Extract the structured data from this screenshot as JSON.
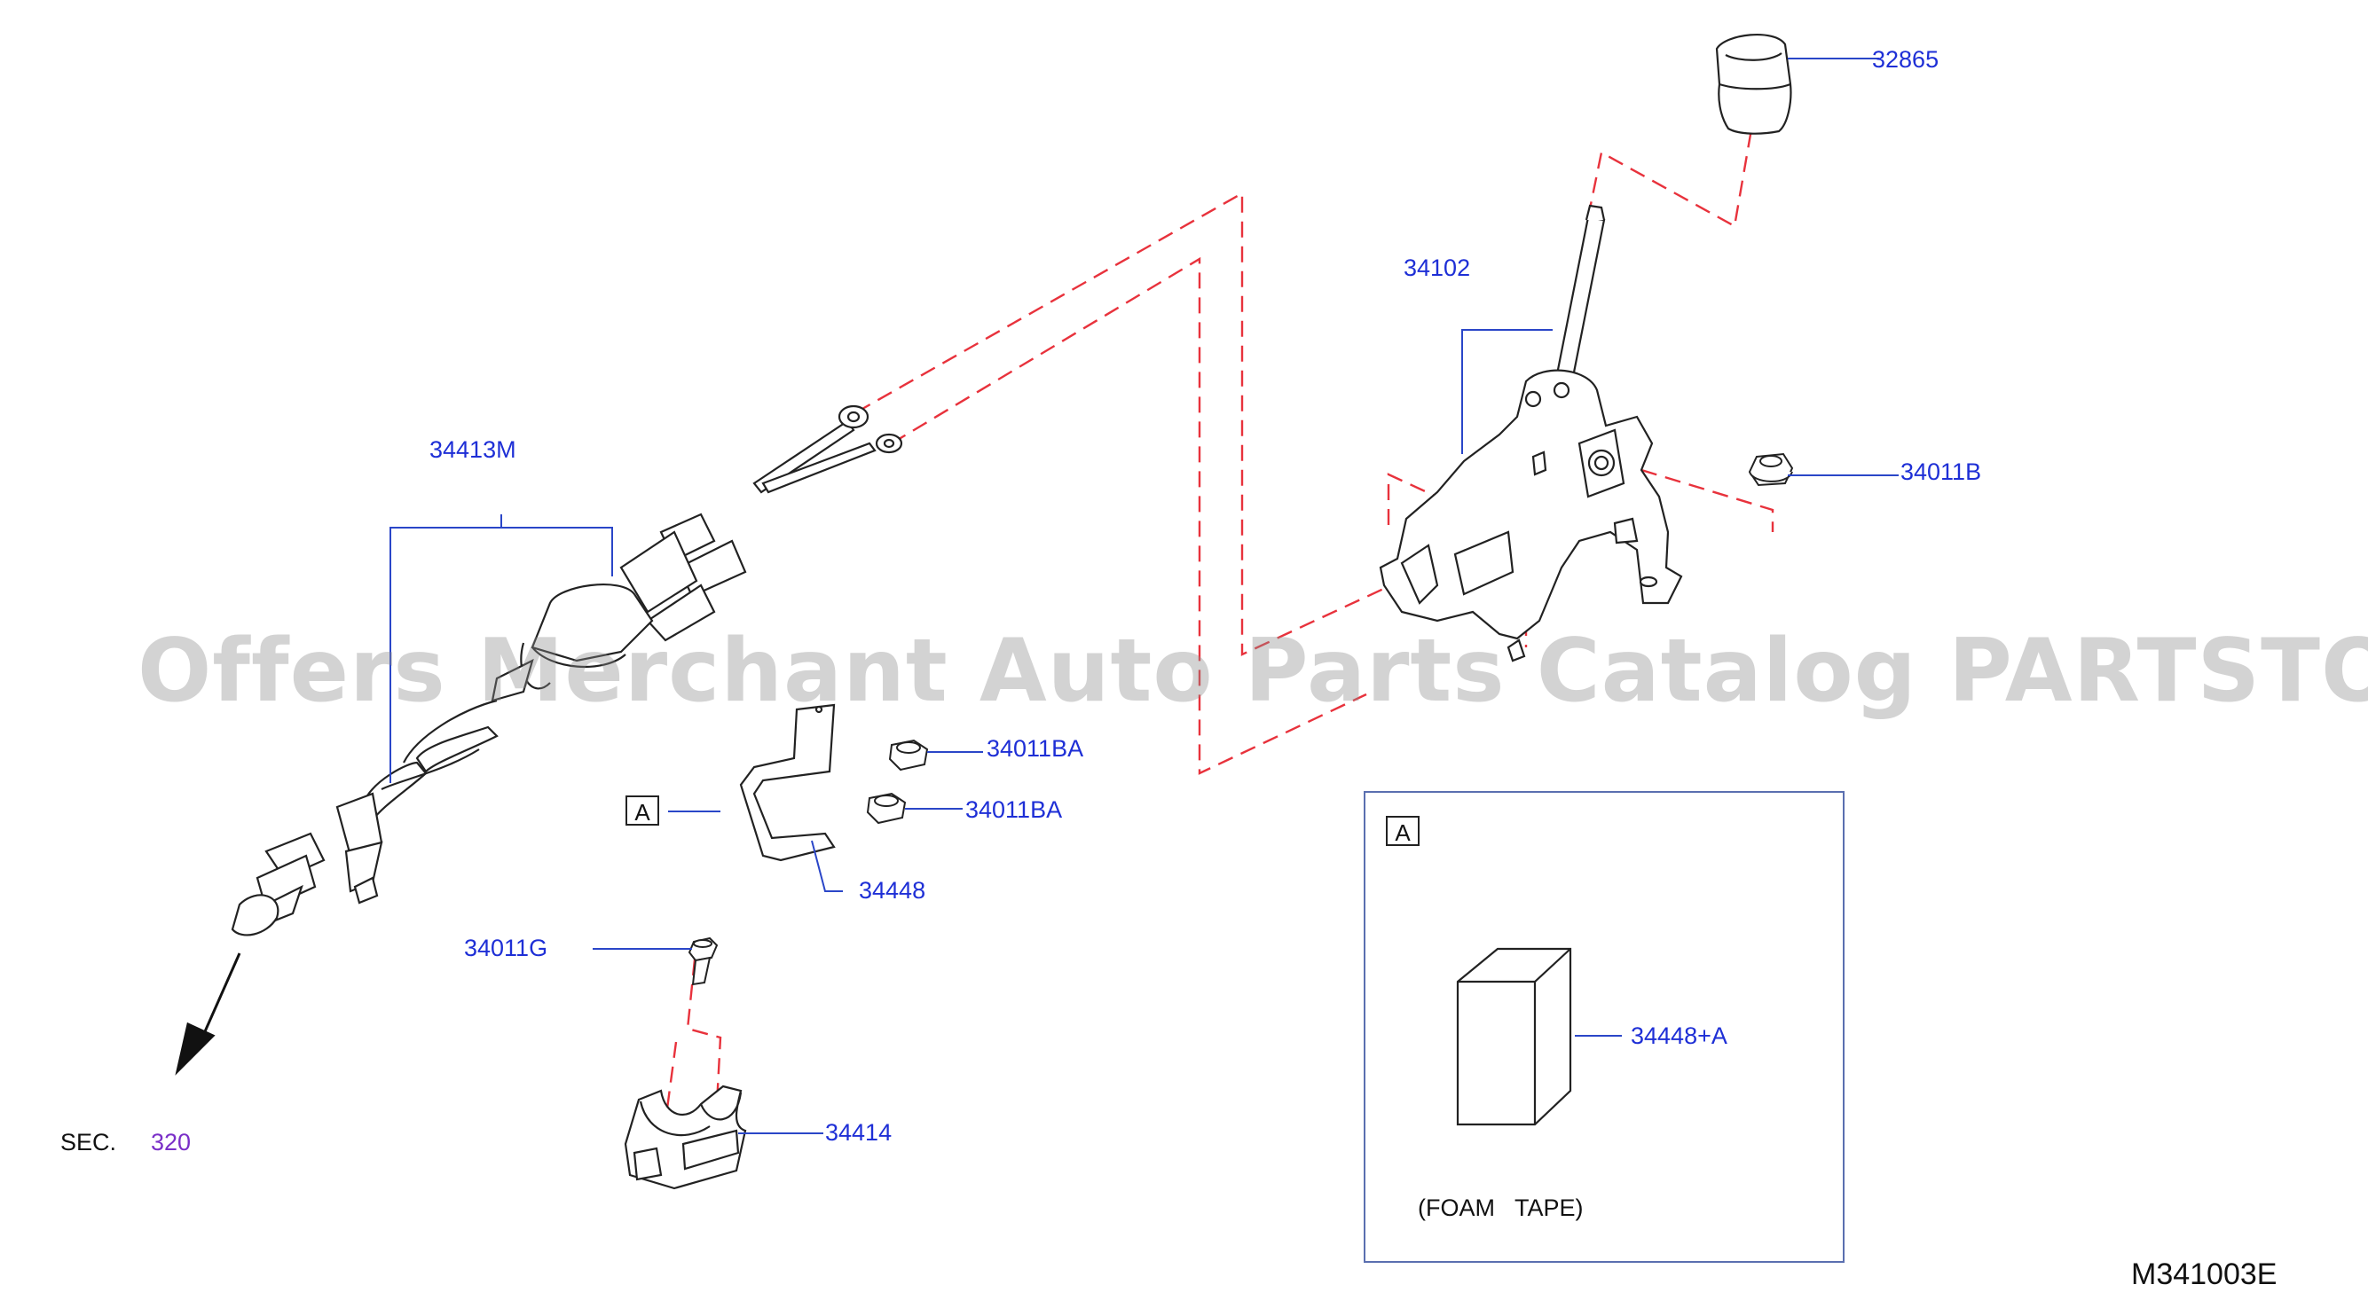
{
  "diagram": {
    "callouts": {
      "knob": "32865",
      "shifter": "34102",
      "nut_b": "34011B",
      "cable": "34413M",
      "nut_ba_1": "34011BA",
      "nut_ba_2": "34011BA",
      "bracket": "34448",
      "bolt": "34011G",
      "clamp": "34414",
      "foam_tape": "34448+A"
    },
    "ref_marker": "A",
    "detail_box": {
      "marker": "A",
      "caption": "(FOAM   TAPE)"
    },
    "section_ref": {
      "prefix": "SEC.",
      "number": "320"
    },
    "drawing_code": "M341003E",
    "watermark": "Offers Merchant Auto Parts Catalog PARTSTORE.SA",
    "colors": {
      "callout_text": "#1e2fd6",
      "leader_line": "#2a46c8",
      "dashed_link": "#e8323c",
      "detail_border": "#5a6fb0",
      "section_number": "#7a2fc8"
    }
  }
}
